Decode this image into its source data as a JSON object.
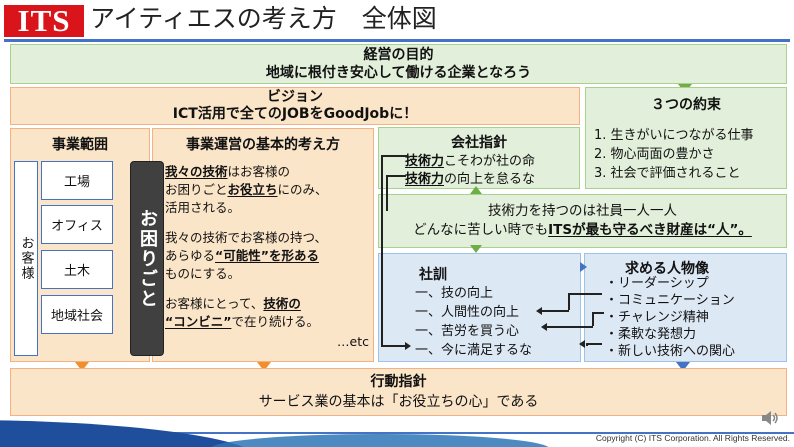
{
  "header": {
    "logo_text": "ITS",
    "title": "アイティエスの考え方　全体図"
  },
  "management_goal": {
    "title": "経営の目的",
    "text": "地域に根付き安心して働ける企業となろう"
  },
  "vision": {
    "title": "ビジョン",
    "text": "ICT活用で全てのJOBをGoodJobに！"
  },
  "three_promises": {
    "title": "３つの約束",
    "items": [
      "1.  生きがいにつながる仕事",
      "2.  物心両面の豊かさ",
      "3.  社会で評価されること"
    ]
  },
  "business_scope": {
    "title": "事業範囲",
    "customer_label": "お客様",
    "items": [
      "工場",
      "オフィス",
      "土木",
      "地域社会"
    ]
  },
  "basic_concept": {
    "title": "事業運営の基本的考え方",
    "vertical_label": "お困りごと",
    "p1": {
      "a": "我々の技術",
      "b": "はお客様の",
      "c": "お困りごと",
      "d": "お役立ち",
      "e": "にのみ、",
      "f": "活用される。"
    },
    "p2": {
      "a": "我々の技術でお客様の持つ、",
      "b": "あらゆる",
      "c": "“可能性”を形",
      "d": "ある",
      "e": "ものにする。"
    },
    "p3": {
      "a": "お客様にとって、",
      "b": "技術の",
      "c": "“コンビニ”",
      "d": "で在り続ける。"
    },
    "etc": "…etc"
  },
  "company_guideline": {
    "title": "会社指針",
    "line1_a": "技術力",
    "line1_b": "こそわが社の命",
    "line2_a": "技術力",
    "line2_b": "の向上を怠るな"
  },
  "asset": {
    "line1": "技術力を持つのは社員一人一人",
    "line2_a": "どんなに苦しい時でも",
    "line2_b": "ITSが最も守るべき財産は“人”。"
  },
  "company_motto": {
    "title": "社訓",
    "items": [
      "一、技の向上",
      "一、人間性の向上",
      "一、苦労を買う心",
      "一、今に満足するな"
    ]
  },
  "ideal_person": {
    "title": "求める人物像",
    "items": [
      "・リーダーシップ",
      "・コミュニケーション",
      "・チャレンジ精神",
      "・柔軟な発想力",
      "・新しい技術への関心"
    ]
  },
  "action_guideline": {
    "title": "行動指針",
    "text": "サービス業の基本は「お役立ちの心」である"
  },
  "footer": {
    "copyright": "Copyright (C) ITS Corporation. All Rights Reserved."
  },
  "colors": {
    "logo_red": "#d9151b",
    "green_bg": "#e2efda",
    "orange_bg": "#fbe5c8",
    "blue_bg": "#dde8f5",
    "accent_blue": "#1f4e9c"
  }
}
